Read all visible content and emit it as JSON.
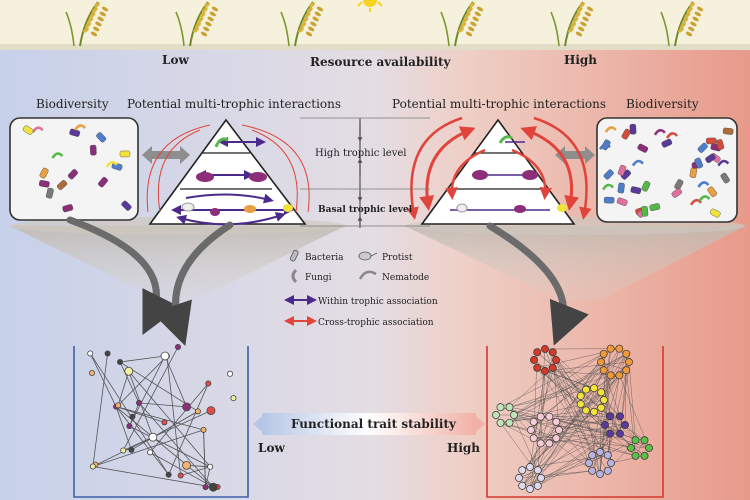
{
  "header": {
    "axis_title": "Resource availability",
    "low_label": "Low",
    "high_label": "High",
    "low_color": "#3d5fa6",
    "high_color": "#d33a2c"
  },
  "left_panel": {
    "biodiversity_label": "Biodiversity",
    "interactions_label": "Potential multi-trophic interactions"
  },
  "right_panel": {
    "biodiversity_label": "Biodiversity",
    "interactions_label": "Potential multi-trophic interactions"
  },
  "levels": {
    "high": "High trophic level",
    "basal": "Basal trophic level"
  },
  "legend": {
    "bacteria": "Bacteria",
    "protist": "Protist",
    "fungi": "Fungi",
    "nematode": "Nematode",
    "within": "Within trophic association",
    "cross": "Cross-trophic association",
    "within_color": "#4b2a8c",
    "cross_color": "#e0443a"
  },
  "stability": {
    "title": "Functional trait stability",
    "low": "Low",
    "high": "High"
  },
  "icons": [
    "rice-plant-icon",
    "sun-icon",
    "bacteria-icon",
    "protist-icon",
    "fungi-icon",
    "nematode-icon"
  ]
}
